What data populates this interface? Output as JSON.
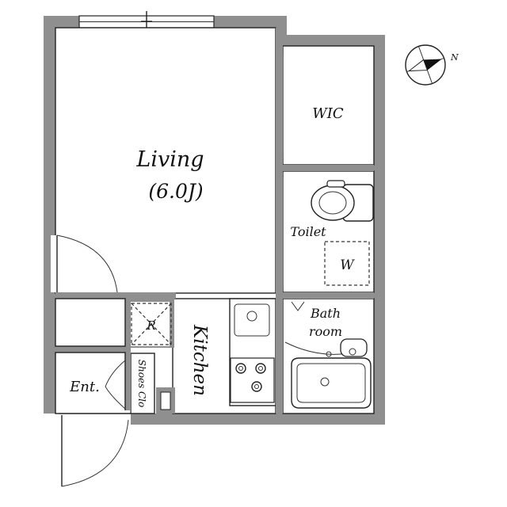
{
  "rooms": {
    "living": {
      "name": "Living",
      "size": "(6.0J)"
    },
    "wic": "WIC",
    "toilet": "Toilet",
    "washer": "W",
    "bath_line1": "Bath",
    "bath_line2": "room",
    "kitchen": "Kitchen",
    "fridge": "R",
    "entrance": "Ent.",
    "shoes_closet": "Shoes Clo"
  },
  "compass": {
    "north_label": "N"
  }
}
